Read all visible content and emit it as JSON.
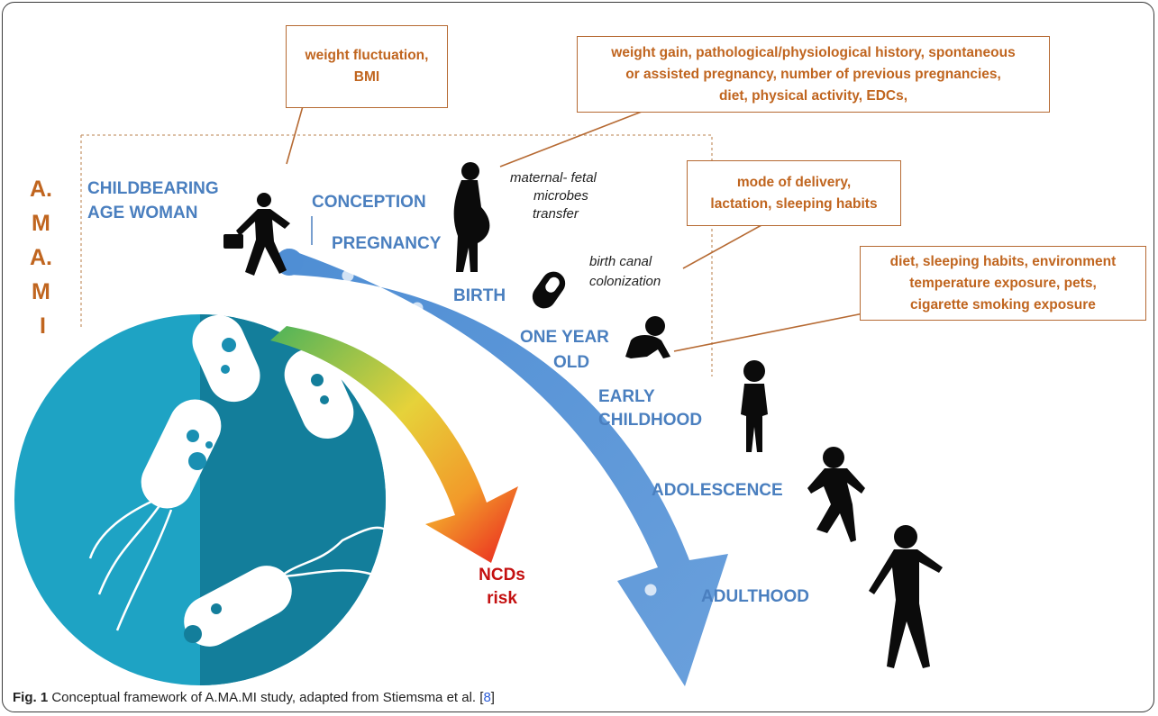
{
  "side_label": [
    "A.",
    "M",
    "A.",
    "M",
    "I"
  ],
  "stages": {
    "childbearing": [
      "CHILDBEARING",
      "AGE WOMAN"
    ],
    "conception": "CONCEPTION",
    "pregnancy": "PREGNANCY",
    "birth": "BIRTH",
    "one_year": [
      "ONE YEAR",
      "OLD"
    ],
    "early_childhood": [
      "EARLY",
      "CHILDHOOD"
    ],
    "adolescence": "ADOLESCENCE",
    "adulthood": "ADULTHOOD"
  },
  "notes": {
    "maternal_fetal": [
      "maternal- fetal",
      "microbes",
      "transfer"
    ],
    "birth_canal": [
      "birth canal",
      "colonization"
    ]
  },
  "risk": [
    "NCDs",
    "risk"
  ],
  "callouts": {
    "woman": "weight fluctuation,\nBMI",
    "pregnancy": "weight gain, pathological/physiological history, spontaneous\nor assisted pregnancy, number of previous pregnancies,\ndiet, physical activity, EDCs,",
    "delivery": "mode of delivery,\nlactation, sleeping habits",
    "infant": "diet, sleeping habits, environment\ntemperature exposure, pets,\ncigarette smoking exposure"
  },
  "caption": {
    "label": "Fig. 1",
    "text": " Conceptual framework of A.MA.MI study, adapted from Stiemsma et al. [",
    "ref": "8",
    "close": "]"
  },
  "colors": {
    "blue_label": "#4a7fbf",
    "orange": "#c0651f",
    "arrow_blue": "#5b95d3",
    "circle_teal": "#168fae",
    "risk_red": "#c41010"
  }
}
